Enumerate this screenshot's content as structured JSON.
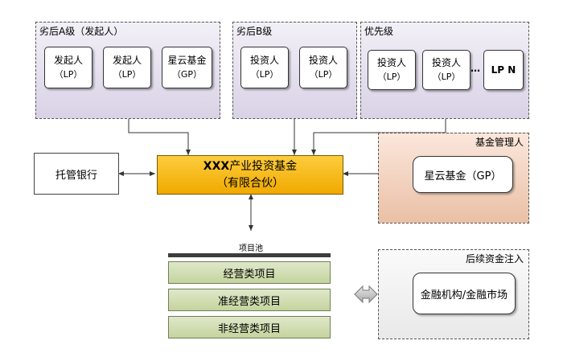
{
  "groups": {
    "junior_a": {
      "title": "劣后A级（发起人）",
      "members": [
        {
          "name": "发起人",
          "type": "（LP）"
        },
        {
          "name": "发起人",
          "type": "（LP）"
        },
        {
          "name": "星云基金",
          "type": "（GP）"
        }
      ]
    },
    "junior_b": {
      "title": "劣后B级",
      "members": [
        {
          "name": "投资人",
          "type": "（LP）"
        },
        {
          "name": "投资人",
          "type": "（LP）"
        }
      ]
    },
    "priority": {
      "title": "优先级",
      "members": [
        {
          "name": "投资人",
          "type": "（LP）"
        },
        {
          "name": "投资人",
          "type": "（LP）"
        }
      ],
      "ellipsis": "…",
      "last": "LP N"
    }
  },
  "custodian": "托管银行",
  "fund": {
    "line1_bold": "XXX",
    "line1_rest": "产业投资基金",
    "line2": "（有限合伙）"
  },
  "manager": {
    "title": "基金管理人",
    "box": "星云基金（GP）"
  },
  "pool": {
    "label": "项目池",
    "items": [
      "经营类项目",
      "准经营类项目",
      "非经营类项目"
    ]
  },
  "later_funding": {
    "title": "后续资金注入",
    "box": "金融机构/金融市场"
  }
}
